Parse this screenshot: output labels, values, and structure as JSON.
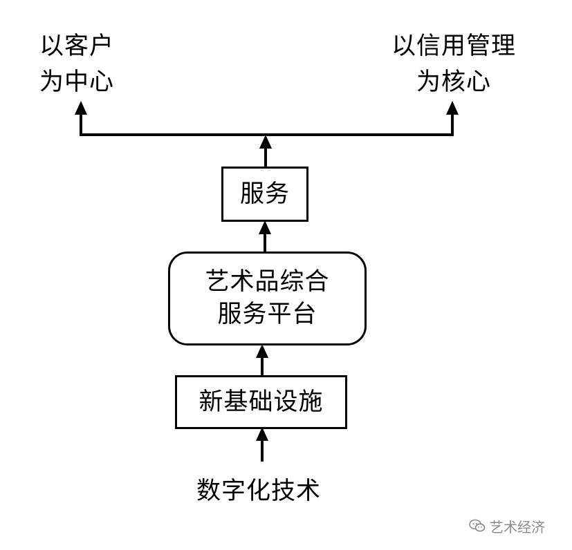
{
  "diagram": {
    "top_left_label": [
      "以客户",
      "为中心"
    ],
    "top_right_label": [
      "以信用管理",
      "为核心"
    ],
    "service_box": "服务",
    "platform_box": [
      "艺术品综合",
      "服务平台"
    ],
    "infrastructure_box": "新基础设施",
    "bottom_label": "数字化技术"
  },
  "watermark": {
    "icon": "wechat-icon",
    "text": "艺术经济"
  }
}
